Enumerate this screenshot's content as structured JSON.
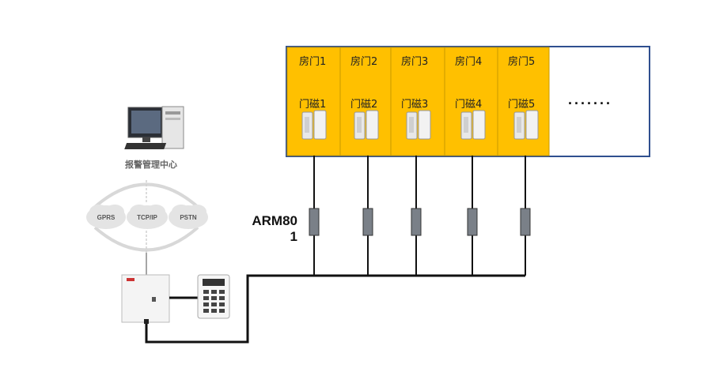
{
  "rooms": [
    {
      "room_label": "房门1",
      "sensor_label": "门磁1"
    },
    {
      "room_label": "房门2",
      "sensor_label": "门磁2"
    },
    {
      "room_label": "房门3",
      "sensor_label": "门磁3"
    },
    {
      "room_label": "房门4",
      "sensor_label": "门磁4"
    },
    {
      "room_label": "房门5",
      "sensor_label": "门磁5"
    }
  ],
  "more_indicator": ". . . . . . .",
  "module": {
    "label_line1": "ARM80",
    "label_line2": "1"
  },
  "center": {
    "label": "报警管理中心"
  },
  "networks": [
    "GPRS",
    "TCP/IP",
    "PSTN"
  ],
  "colors": {
    "room_fill": "#FFC000",
    "border": "#2F4F8F",
    "wire": "#111111",
    "module_fill": "#7A8088"
  }
}
